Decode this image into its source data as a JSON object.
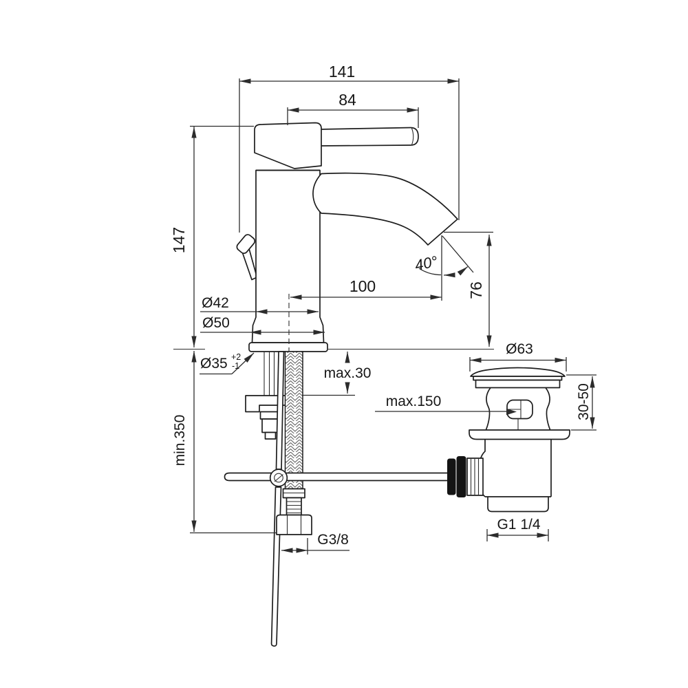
{
  "drawing": {
    "background": "#ffffff",
    "line_color": "#1d1d1d",
    "dim_color": "#2c2c2c"
  },
  "dims": {
    "total_depth": "141",
    "lever_length": "84",
    "body_height": "147",
    "spout_reach": "100",
    "spout_angle": "40°",
    "spout_height": "76",
    "body_diameter": "Ø42",
    "base_diameter": "Ø50",
    "hole_diameter": "Ø35",
    "hole_tol_plus": "+2",
    "hole_tol_minus": "-1",
    "deck_thickness_max": "max.30",
    "rod_length_max": "max.150",
    "hose_length_min": "min.350",
    "waste_cap_diameter": "Ø63",
    "waste_depth_range": "30-50",
    "supply_thread": "G3/8",
    "waste_thread": "G1 1/4"
  }
}
